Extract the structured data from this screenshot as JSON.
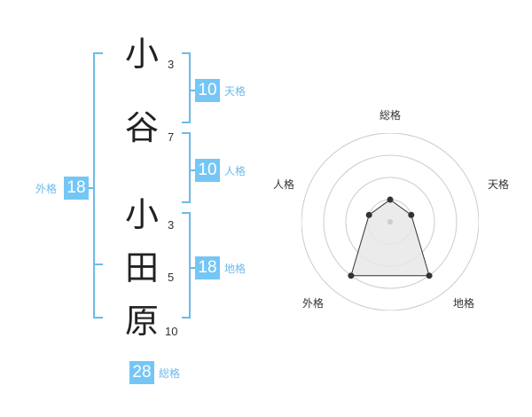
{
  "name": {
    "characters": [
      {
        "char": "小",
        "strokes": "3"
      },
      {
        "char": "谷",
        "strokes": "7"
      },
      {
        "char": "小",
        "strokes": "3"
      },
      {
        "char": "田",
        "strokes": "5"
      },
      {
        "char": "原",
        "strokes": "10"
      }
    ]
  },
  "fortune": {
    "tenkaku": {
      "value": "10",
      "label": "天格"
    },
    "jinkaku": {
      "value": "10",
      "label": "人格"
    },
    "chikaku": {
      "value": "18",
      "label": "地格"
    },
    "gaikaku": {
      "value": "18",
      "label": "外格"
    },
    "soukaku": {
      "value": "28",
      "label": "総格"
    }
  },
  "radar": {
    "labels": {
      "soukaku": "総格",
      "tenkaku": "天格",
      "chikaku": "地格",
      "gaikaku": "外格",
      "jinkaku": "人格"
    },
    "levels": 4,
    "values": {
      "soukaku": 1,
      "tenkaku": 1,
      "chikaku": 3,
      "gaikaku": 3,
      "jinkaku": 1
    },
    "colors": {
      "grid": "#cccccc",
      "fill": "#e8e8e8",
      "stroke": "#333333",
      "point": "#333333",
      "center": "#cccccc"
    }
  },
  "colors": {
    "accent": "#74c6f5",
    "bracket": "#6bbbe8"
  }
}
